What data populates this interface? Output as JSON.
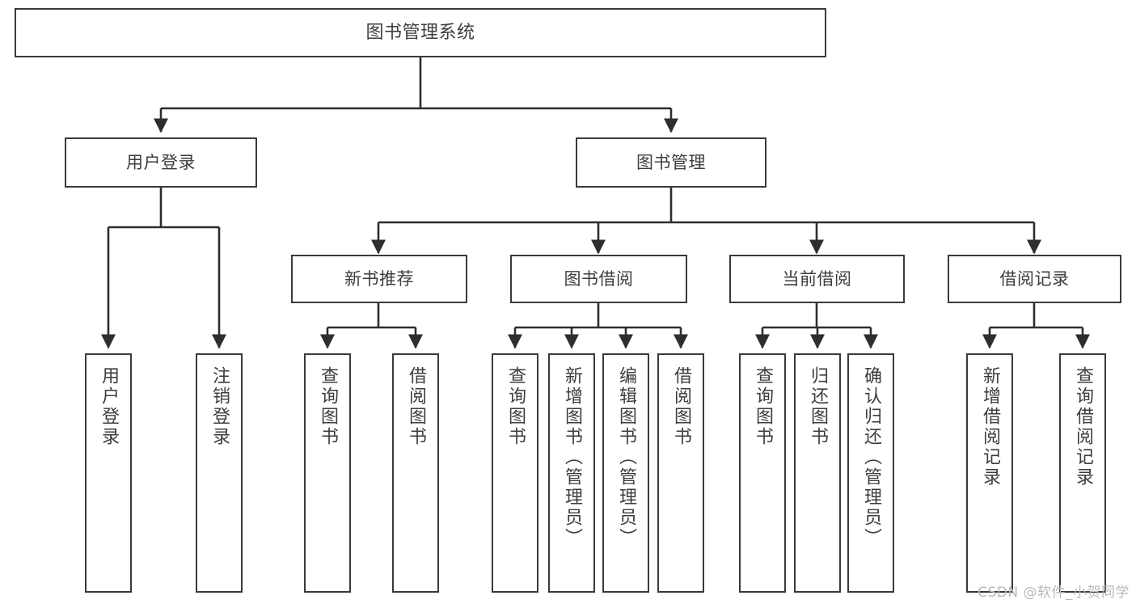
{
  "diagram": {
    "title": "图书管理系统",
    "type": "tree-hierarchy-diagram",
    "watermark": "CSDN @软件_小贺同学",
    "colors": {
      "box_border": "#3a3a3a",
      "box_fill": "#ffffff",
      "text": "#3d3d3d",
      "connector": "#2e2e2e",
      "watermark": "#b9b9b9",
      "background": "#ffffff"
    },
    "levels": {
      "root": "图书管理系统",
      "level2": [
        "用户登录",
        "图书管理"
      ],
      "level3": [
        "新书推荐",
        "图书借阅",
        "当前借阅",
        "借阅记录"
      ]
    },
    "nodes": {
      "root": {
        "label": "图书管理系统"
      },
      "user_login": {
        "label": "用户登录"
      },
      "book_manage": {
        "label": "图书管理"
      },
      "new_book_rec": {
        "label": "新书推荐"
      },
      "book_borrow": {
        "label": "图书借阅"
      },
      "current_borrow": {
        "label": "当前借阅"
      },
      "borrow_record": {
        "label": "借阅记录"
      },
      "leaf_user_login": {
        "label": "用户登录"
      },
      "leaf_user_logout": {
        "label": "注销登录"
      },
      "leaf_query_book_1": {
        "label": "查询图书"
      },
      "leaf_borrow_book_1": {
        "label": "借阅图书"
      },
      "leaf_query_book_2": {
        "label": "查询图书"
      },
      "leaf_add_book_admin": {
        "label": "新增图书（管理员）"
      },
      "leaf_edit_book_admin": {
        "label": "编辑图书（管理员）"
      },
      "leaf_borrow_book_2": {
        "label": "借阅图书"
      },
      "leaf_query_book_3": {
        "label": "查询图书"
      },
      "leaf_return_book": {
        "label": "归还图书"
      },
      "leaf_confirm_return_admin": {
        "label": "确认归还（管理员）"
      },
      "leaf_add_borrow_record": {
        "label": "新增借阅记录"
      },
      "leaf_query_borrow_record": {
        "label": "查询借阅记录"
      }
    }
  }
}
